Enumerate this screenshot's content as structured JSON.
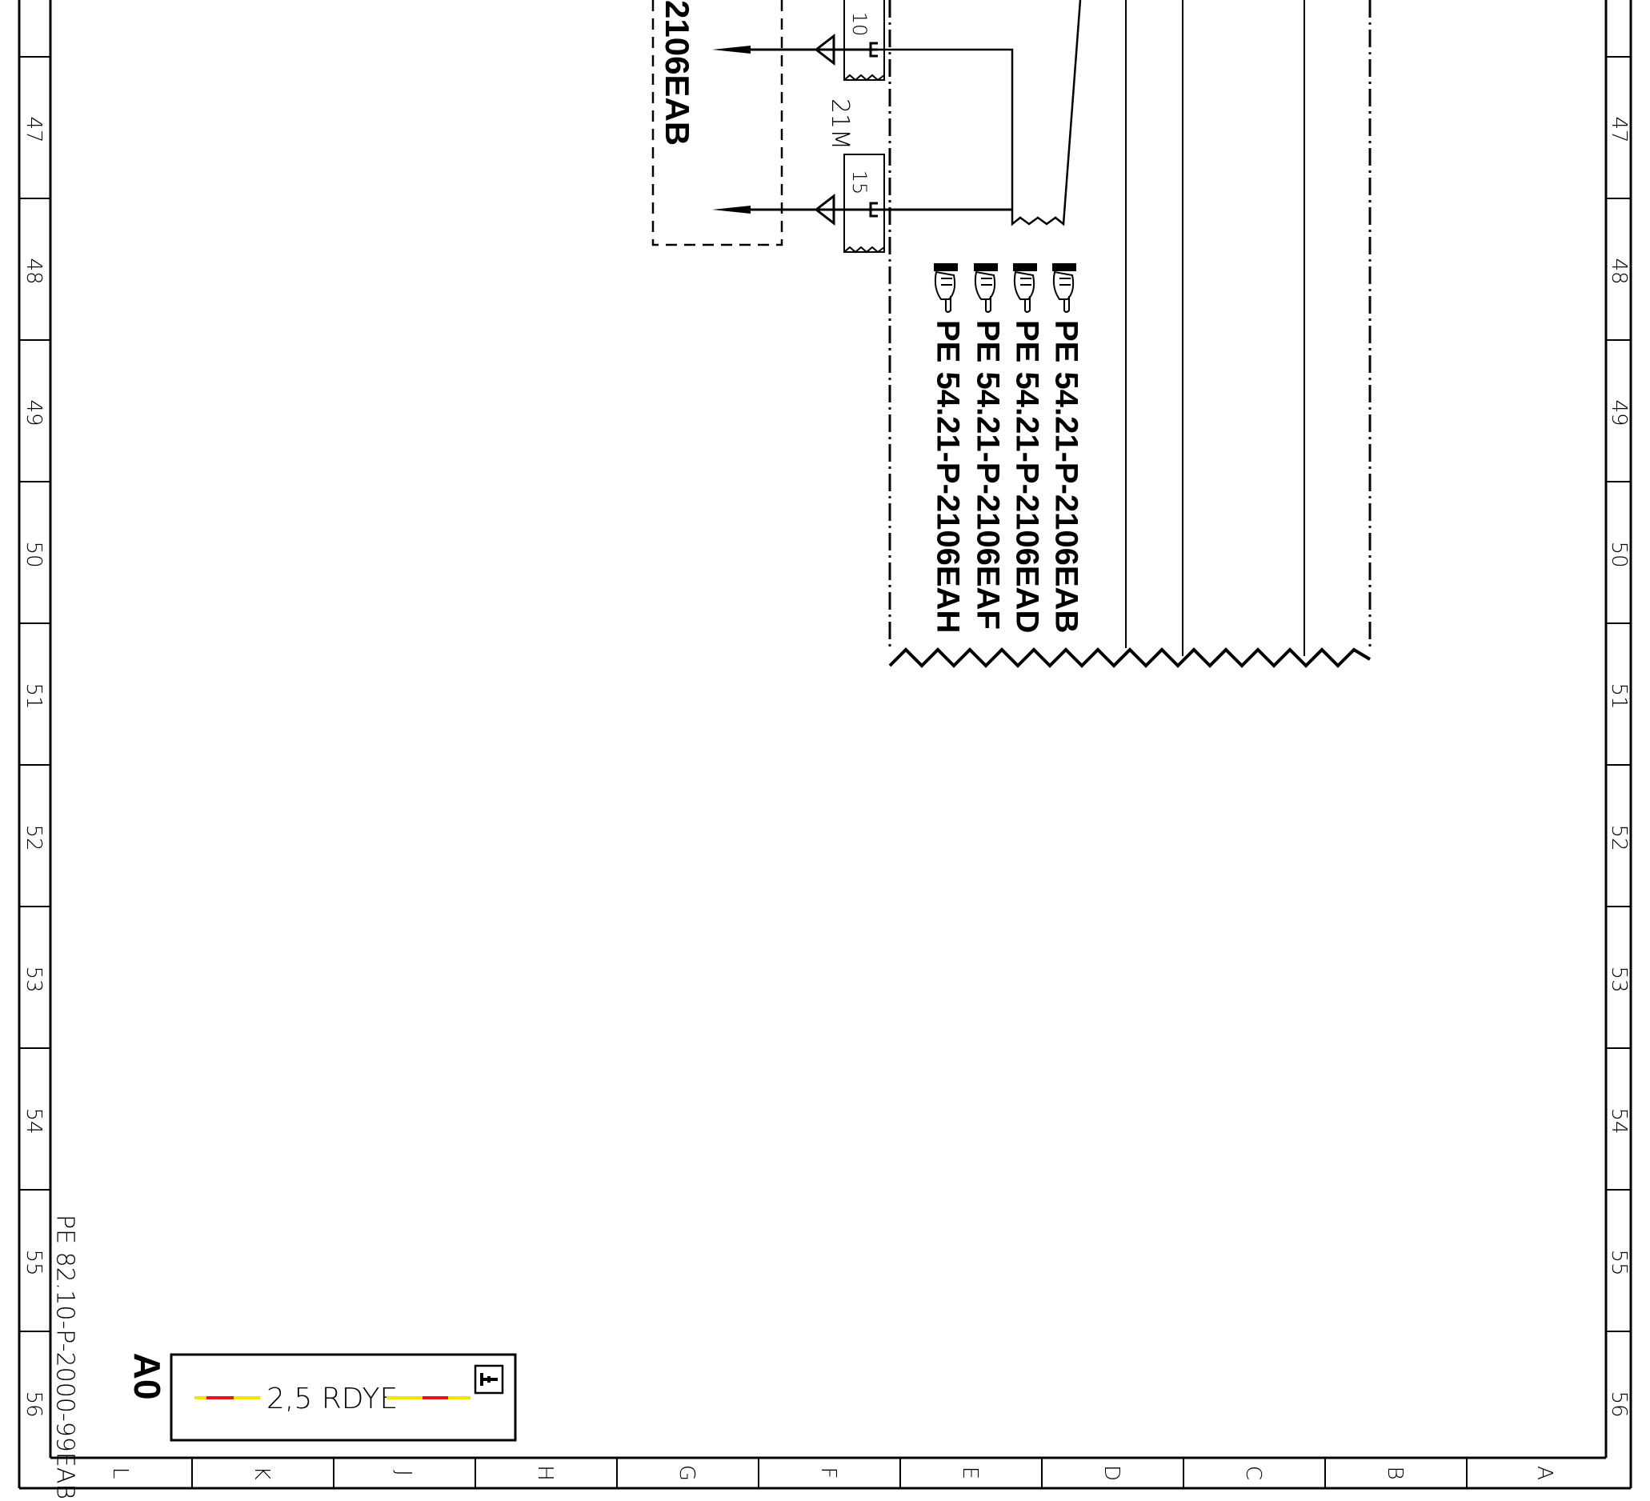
{
  "frame": {
    "row_labels": [
      "47",
      "48",
      "49",
      "50",
      "51",
      "52",
      "53",
      "54",
      "55",
      "56"
    ],
    "column_labels": [
      "L",
      "K",
      "J",
      "H",
      "G",
      "F",
      "E",
      "D",
      "C",
      "B",
      "A"
    ]
  },
  "connector": {
    "label": "2106EAB",
    "pin_top": "10",
    "pin_bottom": "15",
    "cable_tag": "21M"
  },
  "references": [
    "PE  54.21-P-2106EAB",
    "PE  54.21-P-2106EAD",
    "PE  54.21-P-2106EAF",
    "PE  54.21-P-2106EAH"
  ],
  "document_ref": "PE 82.10-P-2000-99EAB",
  "sheet_size": "A0",
  "wire_legend": {
    "label": "2,5  RDYE",
    "colors": {
      "primary": "#e8141b",
      "secondary": "#f5e400"
    },
    "icon": "info-icon"
  }
}
